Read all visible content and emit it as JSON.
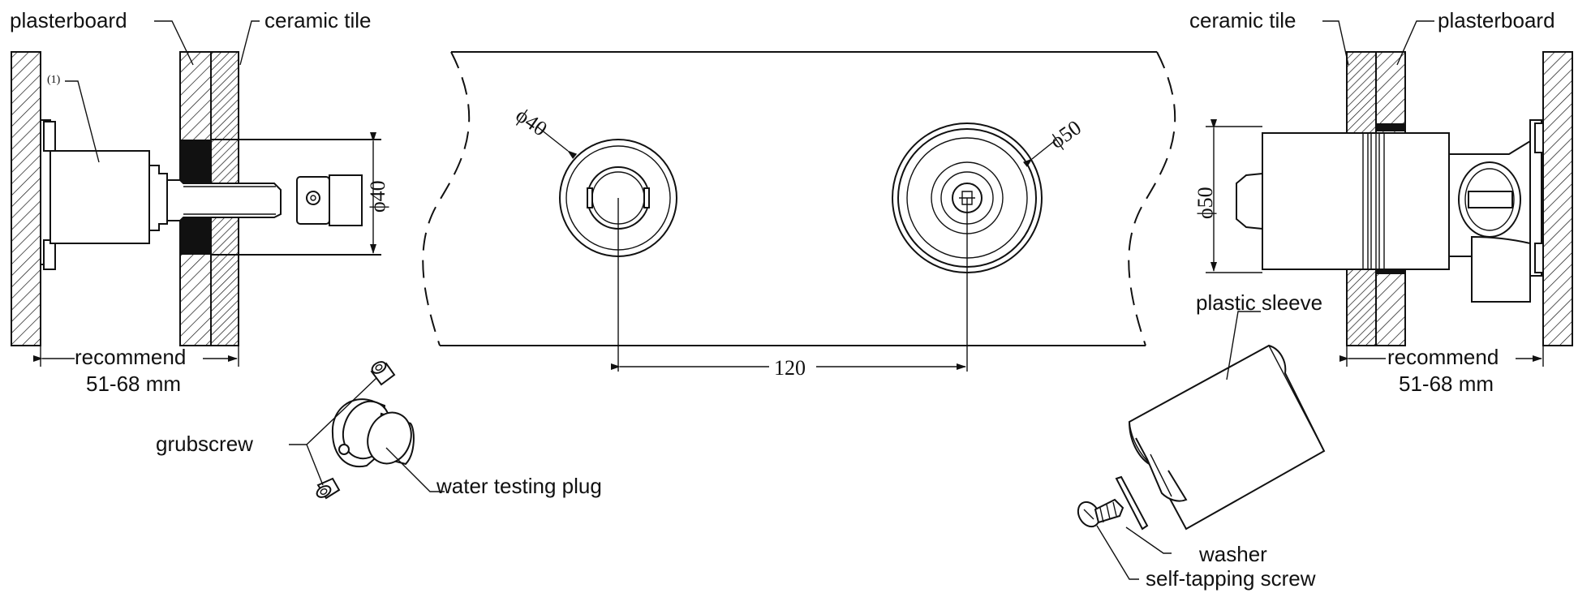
{
  "labels": {
    "plasterboard_left": "plasterboard",
    "ceramic_tile_left": "ceramic tile",
    "ceramic_tile_right": "ceramic tile",
    "plasterboard_right": "plasterboard",
    "recommend_left": "recommend",
    "range_left": "51-68 mm",
    "recommend_right": "recommend",
    "range_right": "51-68 mm",
    "grubscrew": "grubscrew",
    "water_testing_plug": "water testing plug",
    "plastic_sleeve": "plastic sleeve",
    "washer": "washer",
    "self_tapping_screw": "self-tapping screw",
    "callout_1": "(1)"
  },
  "dimensions": {
    "dia_40_side": "ϕ40",
    "dia_40_front": "ϕ40",
    "dia_50_front": "ϕ50",
    "dia_50_side": "ϕ50",
    "spacing": "120"
  },
  "colors": {
    "line": "#111111",
    "background": "#ffffff",
    "seal": "#111111"
  }
}
